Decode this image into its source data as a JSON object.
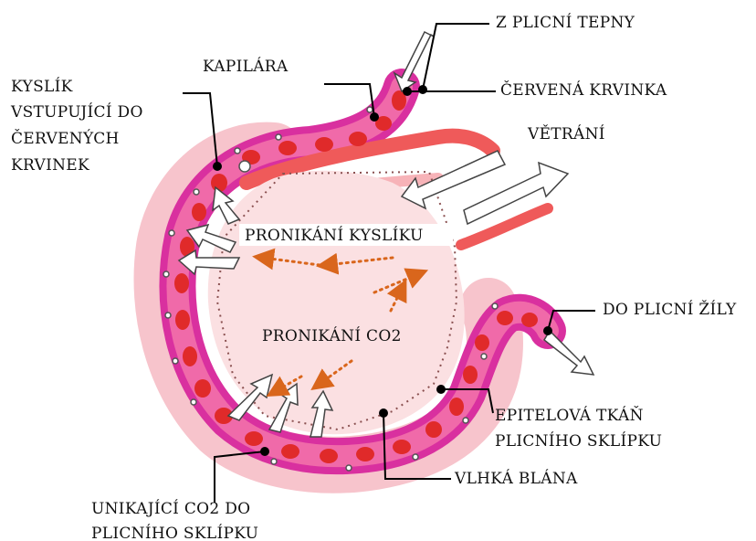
{
  "labels": {
    "pulmonary_artery": "Z PLICNÍ TEPNY",
    "capillary": "KAPILÁRA",
    "red_blood_cell": "ČERVENÁ KRVINKA",
    "oxygen_line1": "KYSLÍK",
    "oxygen_line2": "VSTUPUJÍCÍ DO",
    "oxygen_line3": "ČERVENÝCH",
    "oxygen_line4": "KRVINEK",
    "ventilation": "VĚTRÁNÍ",
    "oxygen_diffusion": "PRONIKÁNÍ KYSLÍKU",
    "co2_diffusion": "PRONIKÁNÍ CO2",
    "pulmonary_vein": "DO PLICNÍ ŽÍLY",
    "epithelium_line1": "EPITELOVÁ TKÁŇ",
    "epithelium_line2": "PLICNÍHO SKLÍPKU",
    "moist_membrane": "VLHKÁ BLÁNA",
    "co2_exit_line1": "UNIKAJÍCÍ CO2 DO",
    "co2_exit_line2": "PLICNÍHO SKLÍPKU"
  },
  "colors": {
    "alveolus_fill": "#fbe0e2",
    "capillary_wall": "#d9309f",
    "blood_cell": "#e02a2a",
    "tissue_pink": "#f3a6b4",
    "dotted_arrow": "#d9661c",
    "leader": "#000000"
  }
}
